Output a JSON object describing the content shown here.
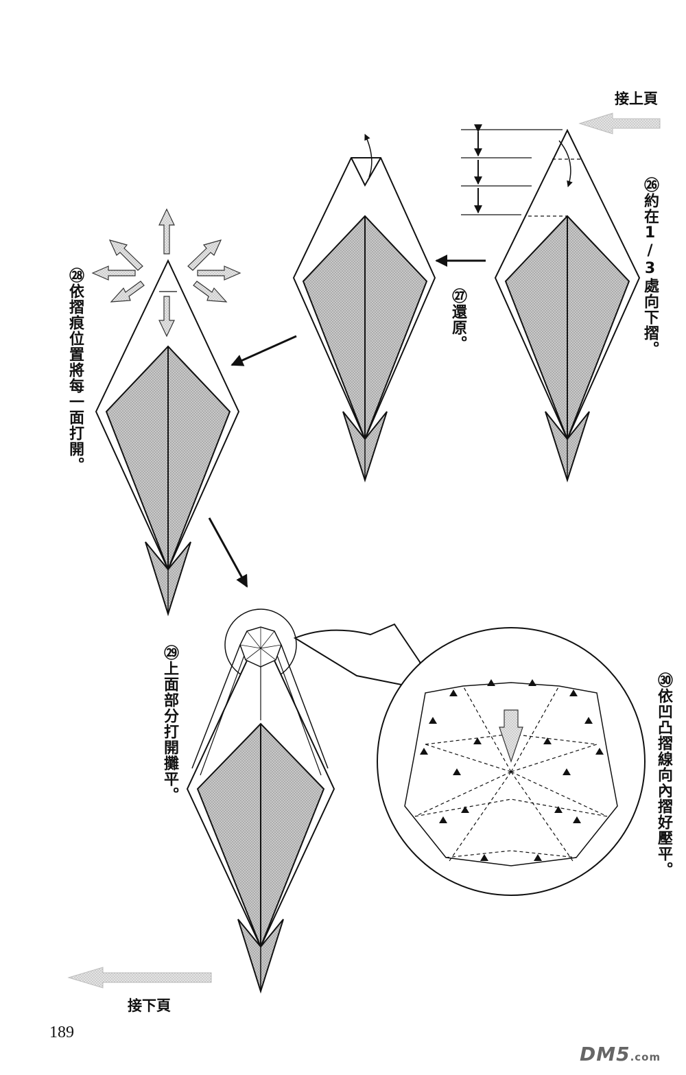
{
  "nav": {
    "prev_page": "接上頁",
    "next_page": "接下頁"
  },
  "steps": [
    {
      "text": "㉖約在1/3處向下摺。"
    },
    {
      "text": "㉗還原。"
    },
    {
      "text": "㉘依摺痕位置將每一面打開。"
    },
    {
      "text": "㉙上面部分打開攤平。"
    },
    {
      "text": "㉚依凹凸摺線向內摺好壓平。"
    }
  ],
  "page_number": "189",
  "watermark": {
    "brand": "DM5",
    "suffix": ".com"
  },
  "icons": [
    "fold-arrow-icon",
    "direction-arrow-icon",
    "page-arrow-icon"
  ]
}
